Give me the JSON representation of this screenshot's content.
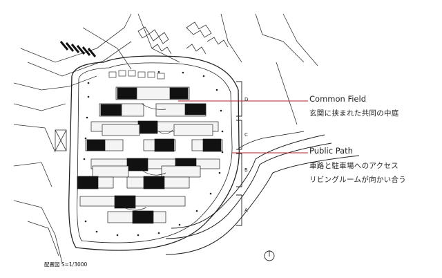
{
  "callouts": {
    "common_field": {
      "title": "Common Field",
      "desc": "玄関に挟まれた共同の中庭"
    },
    "public_path": {
      "title": "Public Path",
      "desc_line1": "車路と駐車場へのアクセス",
      "desc_line2": "リビングルームが向かい合う"
    }
  },
  "zones": [
    "D",
    "C",
    "B",
    "A"
  ],
  "scale_label": "配置図 S=1/3000",
  "colors": {
    "leader": "#b3202a",
    "ink": "#1a1a1a",
    "building_dark": "#111111",
    "building_light": "#f4f4f4"
  },
  "icons": {
    "north": "north-arrow-icon"
  }
}
